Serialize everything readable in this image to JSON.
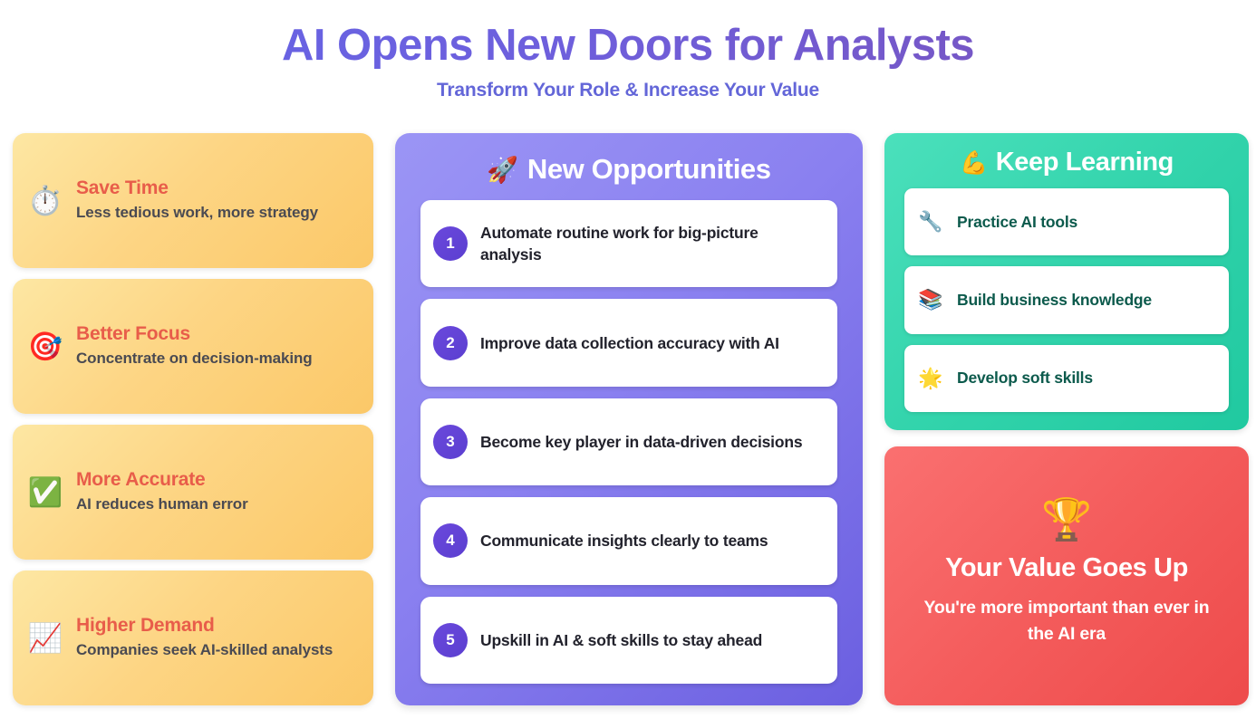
{
  "header": {
    "title": "AI Opens New Doors for Analysts",
    "subtitle": "Transform Your Role & Increase Your Value",
    "title_gradient_start": "#6366E8",
    "title_gradient_end": "#7B52B8",
    "subtitle_color": "#6366D8"
  },
  "benefits": {
    "card_gradient_start": "#FDE7A3",
    "card_gradient_end": "#FBC868",
    "title_color": "#E85D4A",
    "desc_color": "#4A4A52",
    "items": [
      {
        "icon": "stopwatch-icon",
        "emoji": "⏱️",
        "title": "Save Time",
        "desc": "Less tedious work, more strategy"
      },
      {
        "icon": "dart-target-icon",
        "emoji": "🎯",
        "title": "Better Focus",
        "desc": "Concentrate on decision-making"
      },
      {
        "icon": "check-mark-icon",
        "emoji": "✅",
        "title": "More Accurate",
        "desc": "AI reduces human error"
      },
      {
        "icon": "chart-increasing-icon",
        "emoji": "📈",
        "title": "Higher Demand",
        "desc": "Companies seek AI-skilled analysts"
      }
    ]
  },
  "opportunities": {
    "heading": "New Opportunities",
    "heading_icon": "rocket-icon",
    "heading_emoji": "🚀",
    "panel_gradient_start": "#9B95F5",
    "panel_gradient_end": "#6B5FE0",
    "badge_color": "#5B3FD0",
    "items": [
      {
        "number": "1",
        "text": "Automate routine work for big-picture analysis"
      },
      {
        "number": "2",
        "text": "Improve data collection accuracy with AI"
      },
      {
        "number": "3",
        "text": "Become key player in data-driven decisions"
      },
      {
        "number": "4",
        "text": "Communicate insights clearly to teams"
      },
      {
        "number": "5",
        "text": "Upskill in AI & soft skills to stay ahead"
      }
    ]
  },
  "keep_learning": {
    "heading": "Keep Learning",
    "heading_icon": "flexed-biceps-icon",
    "heading_emoji": "💪",
    "panel_gradient_start": "#4BE0BC",
    "panel_gradient_end": "#20C9A0",
    "text_color": "#0C5A4C",
    "items": [
      {
        "icon": "wrench-icon",
        "emoji": "🔧",
        "text": "Practice AI tools"
      },
      {
        "icon": "books-icon",
        "emoji": "📚",
        "text": "Build business knowledge"
      },
      {
        "icon": "glowing-star-icon",
        "emoji": "🌟",
        "text": "Develop soft skills"
      }
    ]
  },
  "value_callout": {
    "icon": "trophy-icon",
    "emoji": "🏆",
    "title": "Your Value Goes Up",
    "desc": "You're more important than ever in the AI era",
    "panel_gradient_start": "#FA7070",
    "panel_gradient_end": "#EE4B4B"
  }
}
